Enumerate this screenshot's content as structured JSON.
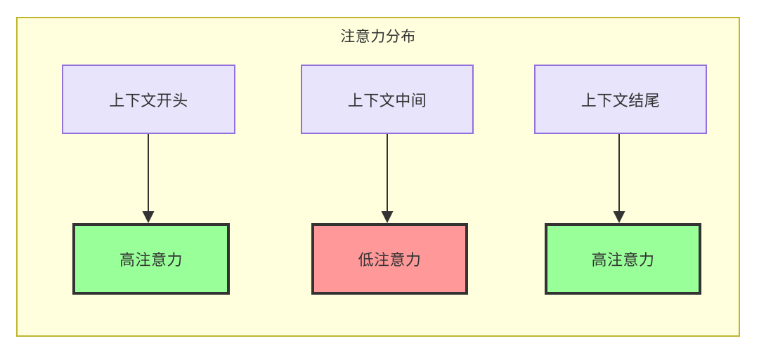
{
  "diagram": {
    "type": "flowchart",
    "title": "注意力分布",
    "container": {
      "fill": "#ffffde",
      "stroke": "#bfb62d"
    },
    "colors": {
      "context_node_fill": "#e7e4fb",
      "context_node_stroke": "#9370db",
      "high_attention_fill": "#99ff99",
      "low_attention_fill": "#ff9999",
      "emphasis_stroke": "#333333",
      "text": "#333333",
      "edge": "#333333"
    },
    "top_nodes": [
      {
        "id": "context-start",
        "label": "上下文开头"
      },
      {
        "id": "context-middle",
        "label": "上下文中间"
      },
      {
        "id": "context-end",
        "label": "上下文结尾"
      }
    ],
    "bottom_nodes": [
      {
        "id": "attention-high-start",
        "label": "高注意力",
        "level": "high"
      },
      {
        "id": "attention-low-middle",
        "label": "低注意力",
        "level": "low"
      },
      {
        "id": "attention-high-end",
        "label": "高注意力",
        "level": "high"
      }
    ],
    "edges": [
      {
        "from": "context-start",
        "to": "attention-high-start",
        "arrow": "arrow-down-icon"
      },
      {
        "from": "context-middle",
        "to": "attention-low-middle",
        "arrow": "arrow-down-icon"
      },
      {
        "from": "context-end",
        "to": "attention-high-end",
        "arrow": "arrow-down-icon"
      }
    ]
  }
}
